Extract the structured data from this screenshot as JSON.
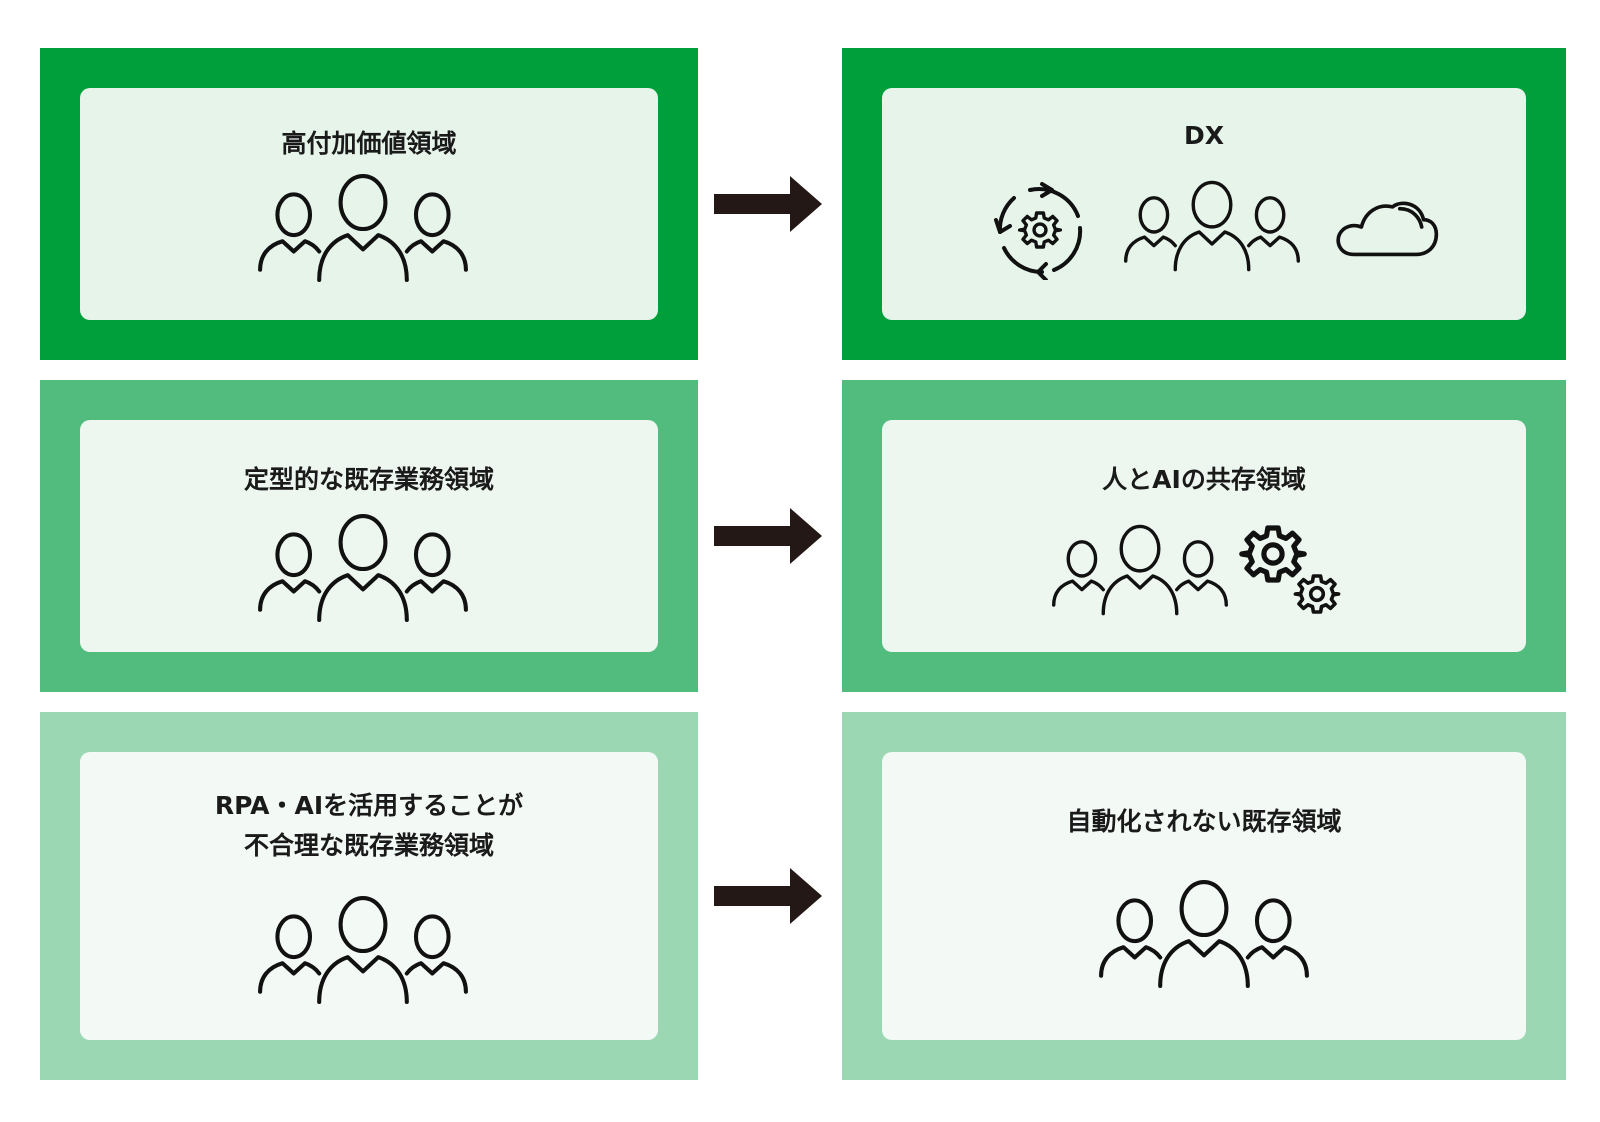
{
  "colors": {
    "tier1_frame": "#009F3B",
    "tier1_inner": "#E6F4EA",
    "tier2_frame": "#52BB7E",
    "tier2_inner": "#EDF7F0",
    "tier3_frame": "#9CD7B3",
    "tier3_inner": "#F3F9F5",
    "arrow": "#231815"
  },
  "rows": [
    {
      "left": {
        "title": "高付加価値領域",
        "icons": [
          "people-group-icon"
        ]
      },
      "right": {
        "title": "DX",
        "icons": [
          "rotating-gear-icon",
          "people-group-icon",
          "cloud-icon"
        ]
      }
    },
    {
      "left": {
        "title": "定型的な既存業務領域",
        "icons": [
          "people-group-icon"
        ]
      },
      "right": {
        "title": "人とAIの共存領域",
        "icons": [
          "people-group-icon",
          "gears-icon"
        ]
      }
    },
    {
      "left": {
        "title": "RPA・AIを活用することが\n不合理な既存業務領域",
        "icons": [
          "people-group-icon"
        ]
      },
      "right": {
        "title": "自動化されない既存領域",
        "icons": [
          "people-group-icon"
        ]
      }
    }
  ]
}
